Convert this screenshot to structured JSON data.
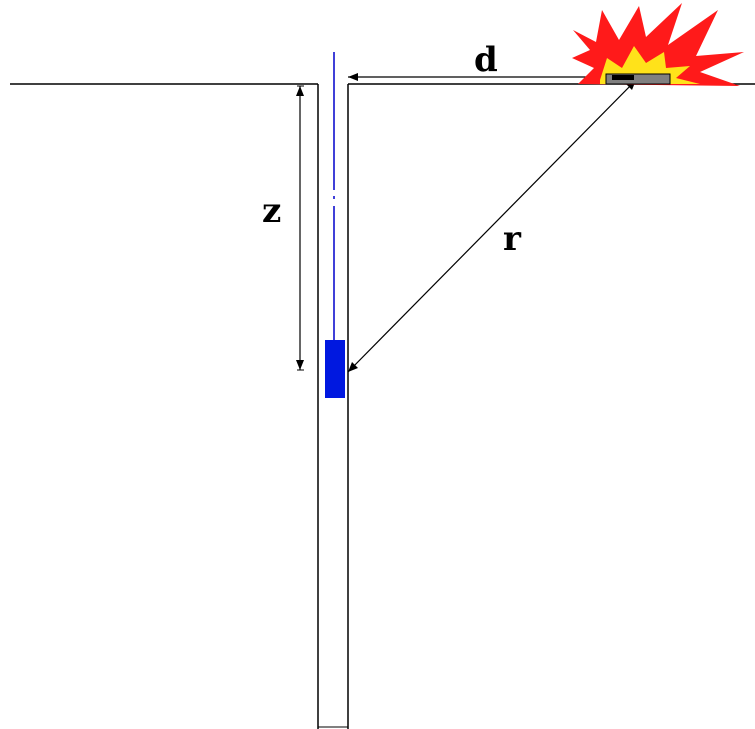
{
  "diagram": {
    "labels": {
      "depth": "z",
      "horizontal_distance": "d",
      "slant_distance": "r"
    },
    "colors": {
      "background": "#ffffff",
      "line": "#000000",
      "cable": "#0000cc",
      "sensor": "#0018e0",
      "explosion_outer": "#ff1a1a",
      "explosion_inner": "#ffe21a",
      "charge": "#808080"
    },
    "icons": {
      "explosion": "explosion-icon",
      "sensor": "sensor-icon",
      "charge": "charge-icon"
    }
  }
}
